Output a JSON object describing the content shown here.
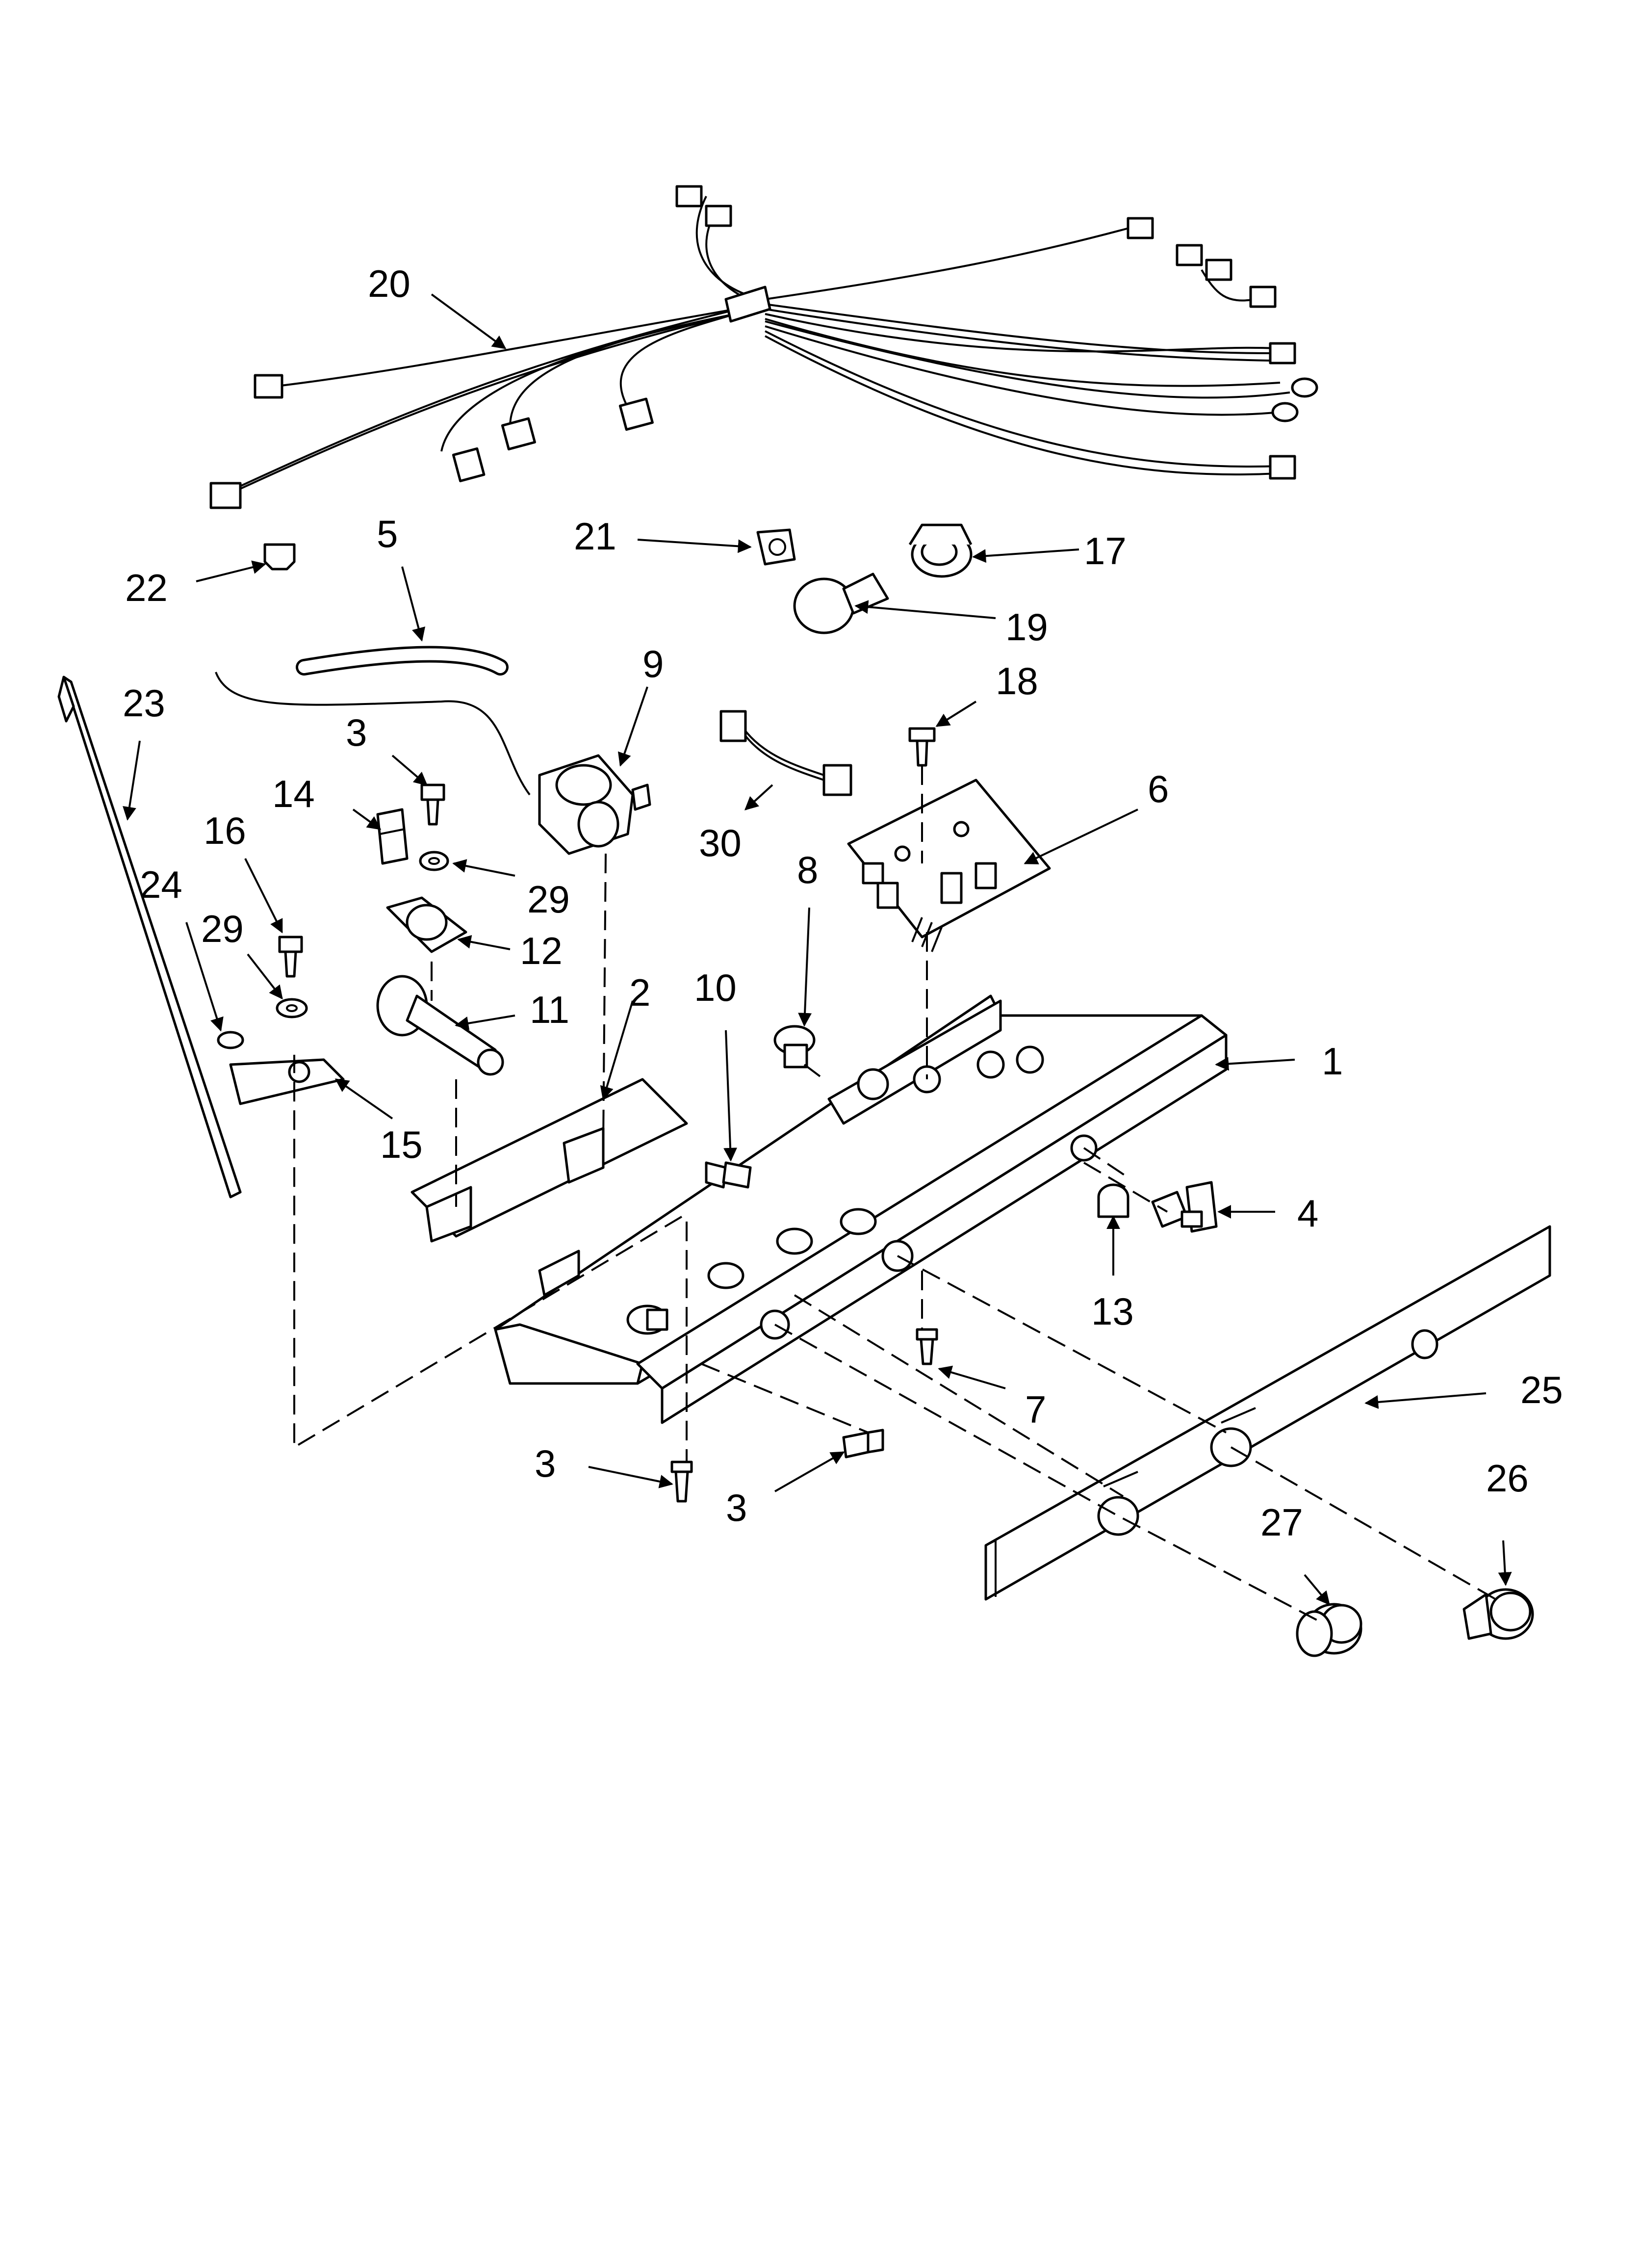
{
  "diagram": {
    "callouts": [
      "1",
      "2",
      "3",
      "4",
      "5",
      "6",
      "7",
      "8",
      "9",
      "10",
      "11",
      "12",
      "13",
      "14",
      "15",
      "16",
      "17",
      "18",
      "19",
      "20",
      "21",
      "22",
      "23",
      "24",
      "25",
      "26",
      "27",
      "29",
      "30"
    ],
    "labels": {
      "c1": "1",
      "c2": "2",
      "c3a": "3",
      "c3b": "3",
      "c3c": "3",
      "c4": "4",
      "c5": "5",
      "c6": "6",
      "c7": "7",
      "c8": "8",
      "c9": "9",
      "c10": "10",
      "c11": "11",
      "c12": "12",
      "c13": "13",
      "c14": "14",
      "c15": "15",
      "c16": "16",
      "c17": "17",
      "c18": "18",
      "c19": "19",
      "c20": "20",
      "c21": "21",
      "c22": "22",
      "c23": "23",
      "c24": "24",
      "c25": "25",
      "c26": "26",
      "c27": "27",
      "c29a": "29",
      "c29b": "29",
      "c30": "30"
    }
  }
}
